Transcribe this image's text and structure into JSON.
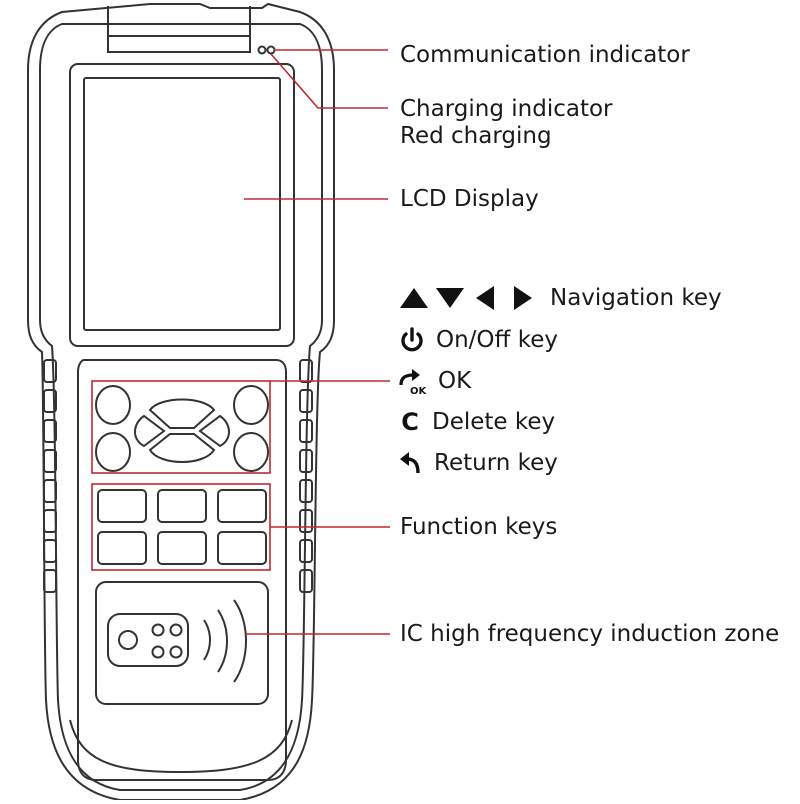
{
  "labels": {
    "communication": "Communication indicator",
    "charging_line1": "Charging indicator",
    "charging_line2": "Red charging",
    "lcd": "LCD Display",
    "navigation": "Navigation key",
    "onoff": "On/Off key",
    "ok": "OK",
    "ok_icon_sub": "OK",
    "delete": "Delete key",
    "delete_icon": "C",
    "return": "Return key",
    "function_keys": "Function keys",
    "ic_zone": "IC high frequency induction zone"
  },
  "icons": {
    "navigation": [
      "triangle-up-icon",
      "triangle-down-icon",
      "triangle-left-icon",
      "triangle-right-icon"
    ],
    "onoff": "power-icon",
    "ok": "ok-arrow-icon",
    "delete": "delete-c-icon",
    "return": "return-arrow-icon"
  },
  "colors": {
    "callout": "#c0282e",
    "outline": "#333333",
    "text": "#1a1a1a"
  }
}
